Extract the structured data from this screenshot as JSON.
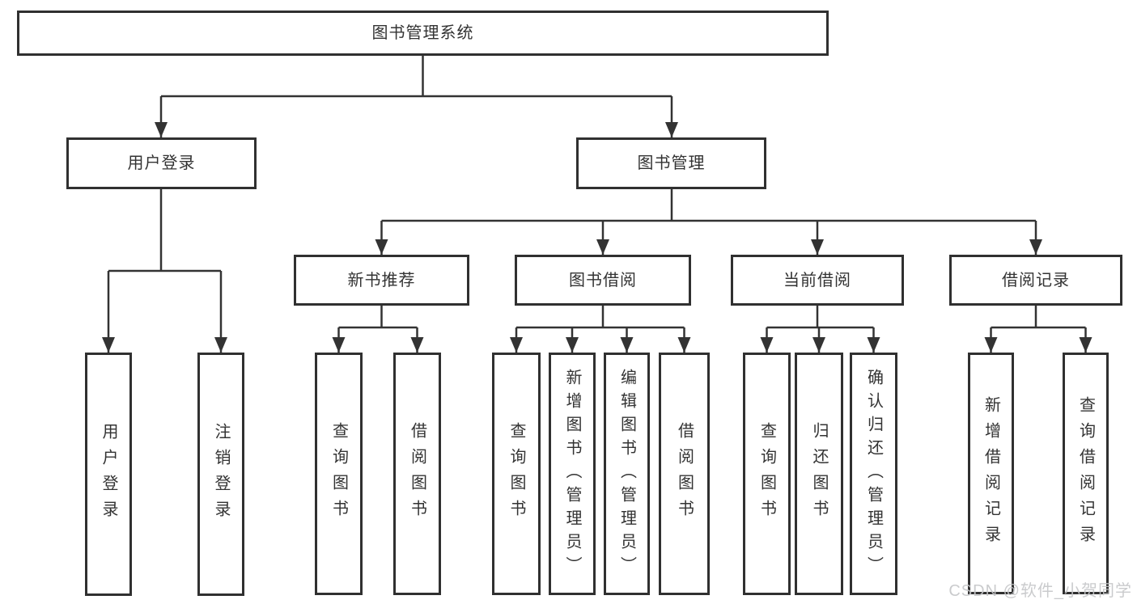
{
  "diagram": {
    "title": "图书管理系统",
    "root": {
      "label": "图书管理系统"
    },
    "branches": [
      {
        "label": "用户登录",
        "children": [
          {
            "label": "用户登录"
          },
          {
            "label": "注销登录"
          }
        ]
      },
      {
        "label": "图书管理",
        "children": [
          {
            "label": "新书推荐",
            "children": [
              {
                "label": "查询图书"
              },
              {
                "label": "借阅图书"
              }
            ]
          },
          {
            "label": "图书借阅",
            "children": [
              {
                "label": "查询图书"
              },
              {
                "label": "新增图书（管理员）"
              },
              {
                "label": "编辑图书（管理员）"
              },
              {
                "label": "借阅图书"
              }
            ]
          },
          {
            "label": "当前借阅",
            "children": [
              {
                "label": "查询图书"
              },
              {
                "label": "归还图书"
              },
              {
                "label": "确认归还（管理员）"
              }
            ]
          },
          {
            "label": "借阅记录",
            "children": [
              {
                "label": "新增借阅记录"
              },
              {
                "label": "查询借阅记录"
              }
            ]
          }
        ]
      }
    ],
    "watermark": "CSDN @软件_小贺同学",
    "colors": {
      "line": "#333333",
      "box_border": "#303030",
      "text": "#333333",
      "background": "#ffffff",
      "watermark": "#c5c6c8"
    }
  }
}
